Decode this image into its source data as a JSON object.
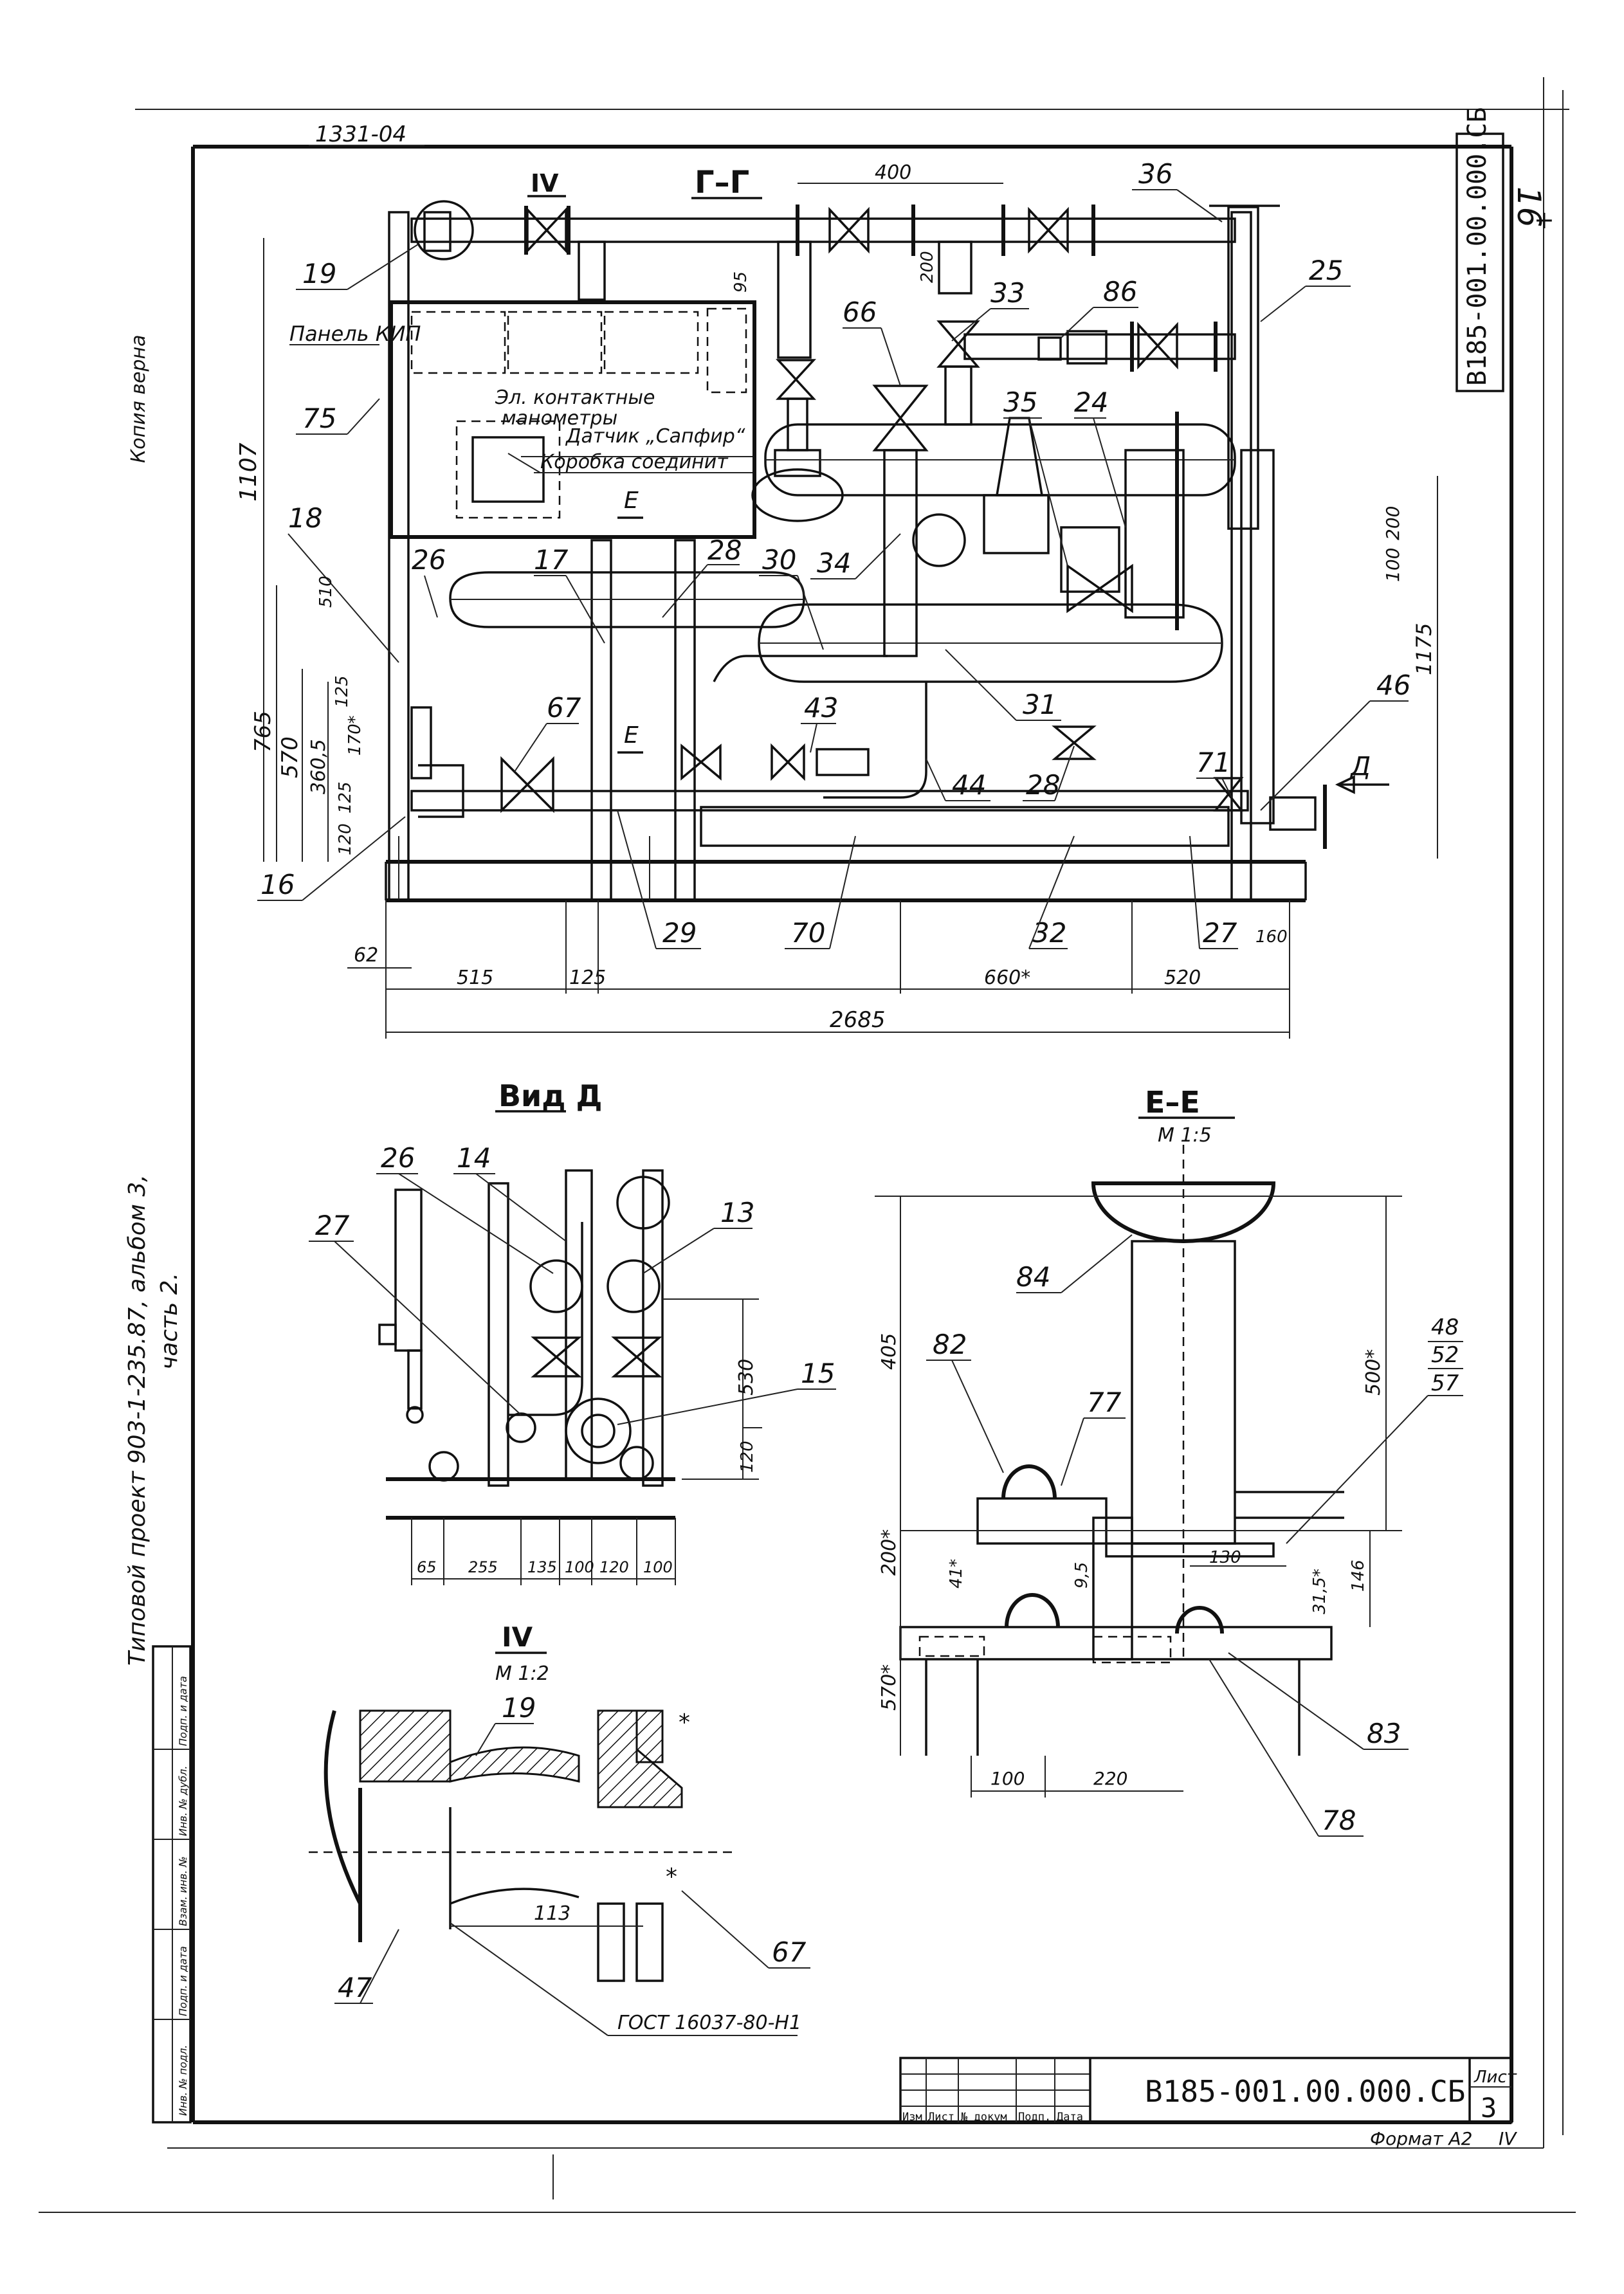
{
  "sheet": {
    "corner_number": "1331-04",
    "doc_code": "B185-001.00.000.CБ",
    "doc_code_vertical": "B185-001.00.000.CБ",
    "sheet_label": "Лист",
    "sheet_number": "3",
    "format": "Формат А2",
    "page_mark": "16",
    "page_mark_small": "+",
    "corner_iv": "IV",
    "left_note_1": "Типовой проект 903-1-235.87, альбом 3,",
    "left_note_2": "часть 2.",
    "copy_note": "Копия верна"
  },
  "stamp_columns": [
    "Изм",
    "Лист",
    "№ докум",
    "Подп.",
    "Дата"
  ],
  "side_stamp": [
    "Инв. № подл.",
    "Подп. и дата",
    "Взам. инв. №",
    "Инв. № дубл.",
    "Подп. и дата"
  ],
  "view_gg": {
    "title": "Г–Г",
    "iv_mark": "IV",
    "panel_label": "Панель КИП",
    "gauges_label_1": "Эл. контактные",
    "gauges_label_2": "манометры",
    "sensor_label": "Датчик „Сапфир“",
    "box_label": "Коробка соединит",
    "section_e_top": "Е",
    "section_e_bottom": "Е",
    "view_d_arrow": "Д",
    "leaders": [
      "19",
      "75",
      "18",
      "26",
      "17",
      "28",
      "30",
      "34",
      "66",
      "33",
      "86",
      "35",
      "24",
      "36",
      "25",
      "67",
      "43",
      "44",
      "31",
      "28",
      "71",
      "46",
      "16",
      "29",
      "70",
      "32",
      "27"
    ],
    "dims": {
      "d400": "400",
      "d200a": "200",
      "d95": "95",
      "d1107": "1107",
      "d510": "510",
      "d765": "765",
      "d570": "570",
      "d3605": "360,5",
      "d125a": "125",
      "d170": "170*",
      "d125b": "125",
      "d120": "120",
      "d200b": "200",
      "d100": "100",
      "d1175": "1175",
      "d62": "62",
      "d515": "515",
      "d125c": "125",
      "d660": "660*",
      "d520": "520",
      "d160": "160",
      "d2685": "2685"
    }
  },
  "view_d": {
    "title": "Вид Д",
    "leaders": [
      "26",
      "14",
      "13",
      "27",
      "15"
    ],
    "dims": {
      "d530": "530",
      "d120": "120",
      "bottom": [
        "65",
        "255",
        "135",
        "100",
        "120",
        "100"
      ]
    }
  },
  "view_ee": {
    "title": "Е–Е",
    "scale": "М 1:5",
    "leaders": [
      "84",
      "82",
      "77",
      "48",
      "52",
      "57",
      "83",
      "78"
    ],
    "dims": {
      "d405": "405",
      "d500": "500*",
      "d200": "200*",
      "d41": "41*",
      "d95": "9,5",
      "d130": "130",
      "d315": "31,5*",
      "d146": "146",
      "d570": "570*",
      "d100": "100",
      "d220": "220"
    }
  },
  "view_iv": {
    "title": "IV",
    "scale": "М 1:2",
    "leaders": [
      "19",
      "67",
      "47"
    ],
    "dim_113": "113",
    "gost": "ГОСТ 16037-80-Н1",
    "star": "*"
  }
}
